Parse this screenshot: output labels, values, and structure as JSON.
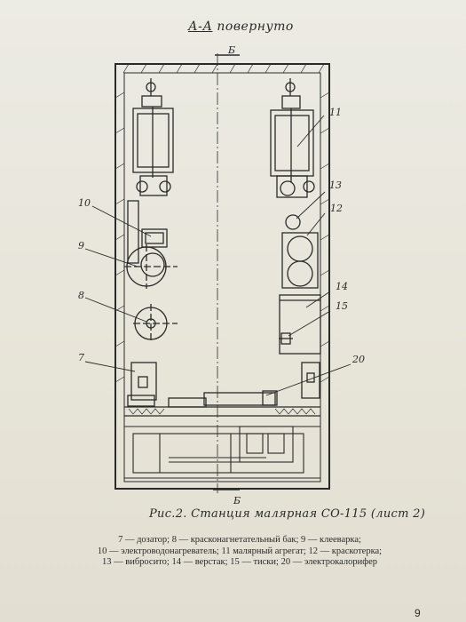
{
  "title": {
    "prefix": "А-А",
    "suffix": " повернуто"
  },
  "section_marks": {
    "top": "Б",
    "bottom": "Б"
  },
  "callouts": [
    {
      "num": "11"
    },
    {
      "num": "13"
    },
    {
      "num": "12"
    },
    {
      "num": "10"
    },
    {
      "num": "9"
    },
    {
      "num": "8"
    },
    {
      "num": "14"
    },
    {
      "num": "15"
    },
    {
      "num": "7"
    },
    {
      "num": "20"
    }
  ],
  "caption": "Рис.2. Станция малярная СО-115 (лист 2)",
  "legend": [
    "7 — дозатор; 8 — красконагнетательный бак; 9 — клееварка;",
    "10 — электроводонагреватель; 11 малярный агрегат; 12 — краскотерка;",
    "13 — вибросито; 14 — верстак; 15 — тиски; 20 — электрокалорифер"
  ],
  "page_number": "9",
  "colors": {
    "ink": "#2a2a2a",
    "paper": "#e9e6dc"
  }
}
